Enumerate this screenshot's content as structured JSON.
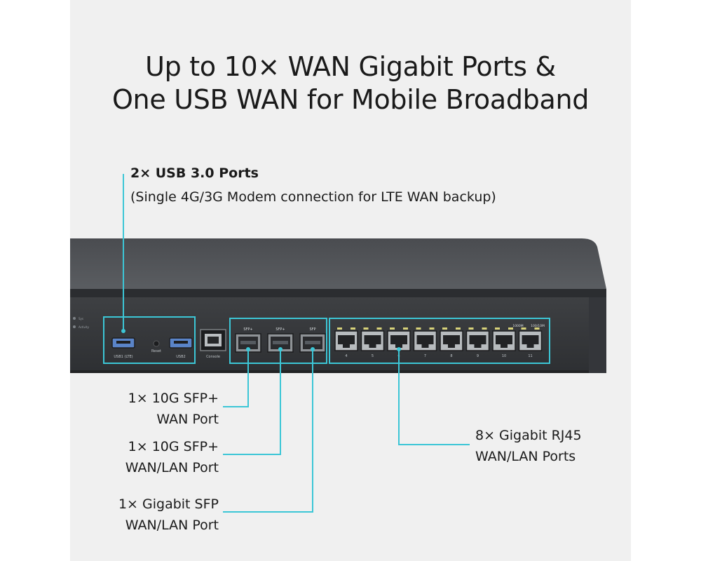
{
  "headline": {
    "line1": "Up to 10× WAN Gigabit Ports &",
    "line2": "One USB WAN for Mobile Broadband"
  },
  "usb_callout": {
    "title": "2× USB 3.0 Ports",
    "subtitle": "(Single 4G/3G Modem connection for LTE WAN backup)"
  },
  "callouts": {
    "sfp_wan": {
      "line1": "1× 10G SFP+",
      "line2": "WAN Port"
    },
    "sfp_wanlan": {
      "line1": "1× 10G SFP+",
      "line2": "WAN/LAN Port"
    },
    "gigabit_sfp": {
      "line1": "1× Gigabit SFP",
      "line2": "WAN/LAN Port"
    },
    "rj45": {
      "line1": "8× Gigabit RJ45",
      "line2": "WAN/LAN Ports"
    }
  },
  "panel_labels": {
    "usb1": "USB1 (LTE)",
    "reset": "Reset",
    "usb2": "USB2",
    "console": "Console",
    "sfp_plus_1": "SFP+",
    "sfp_plus_2": "SFP+",
    "sfp": "SFP",
    "speed_1000": "1000M",
    "speed_100": "100/10M",
    "led_sys": "Sys",
    "led_activity": "Activity",
    "port_numbers": [
      "4",
      "5",
      "6",
      "7",
      "8",
      "9",
      "10",
      "11"
    ]
  },
  "colors": {
    "accent_cyan": "#3cc6d6",
    "device_body": "#3b3d40",
    "background": "#f0f0f0"
  }
}
